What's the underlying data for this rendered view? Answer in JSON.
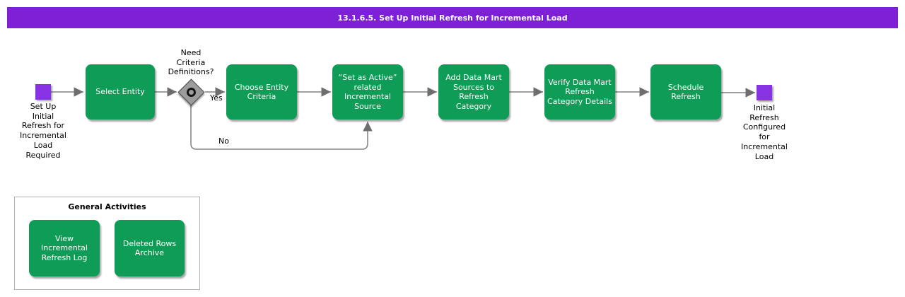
{
  "title_bar": {
    "text": "13.1.6.5. Set Up Initial Refresh for Incremental Load"
  },
  "colors": {
    "title_bar_purple": "#7d20d6",
    "event_purple": "#8833e3",
    "activity_green": "#0e9c56",
    "connector_gray": "#808080",
    "decision_gray": "#9c9c9c"
  },
  "flow": {
    "start_event": {
      "label": "Set Up\nInitial\nRefresh for\nIncremental\nLoad\nRequired"
    },
    "end_event": {
      "label": "Initial\nRefresh\nConfigured\nfor\nIncremental\nLoad"
    },
    "decision": {
      "question": "Need\nCriteria\nDefinitions?",
      "yes_label": "Yes",
      "no_label": "No"
    },
    "activities": [
      {
        "label": "Select Entity"
      },
      {
        "label": "Choose Entity\nCriteria"
      },
      {
        "label": "“Set as Active”\nrelated\nIncremental\nSource"
      },
      {
        "label": "Add Data Mart\nSources to\nRefresh\nCategory"
      },
      {
        "label": "Verify Data Mart\nRefresh\nCategory Details"
      },
      {
        "label": "Schedule\nRefresh"
      }
    ]
  },
  "general_activities": {
    "title": "General Activities",
    "items": [
      {
        "label": "View\nIncremental\nRefresh Log"
      },
      {
        "label": "Deleted Rows\nArchive"
      }
    ]
  }
}
